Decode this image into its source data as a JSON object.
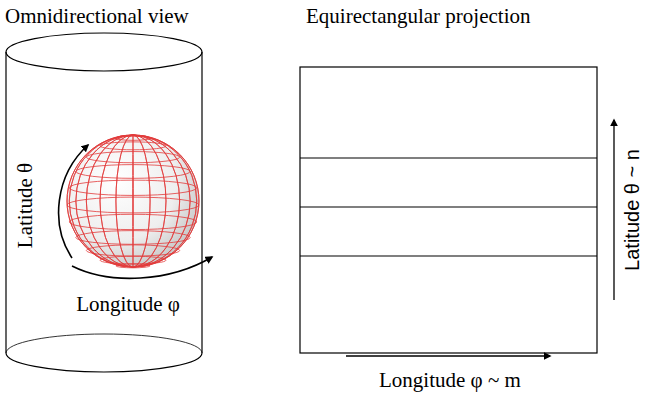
{
  "diagram": {
    "labels": [
      "Omnidirectional view",
      "Equirectangular projection",
      "Latitude θ",
      "Longitude φ",
      "Longitude φ ~ m",
      "Latitude θ ~ n"
    ]
  }
}
